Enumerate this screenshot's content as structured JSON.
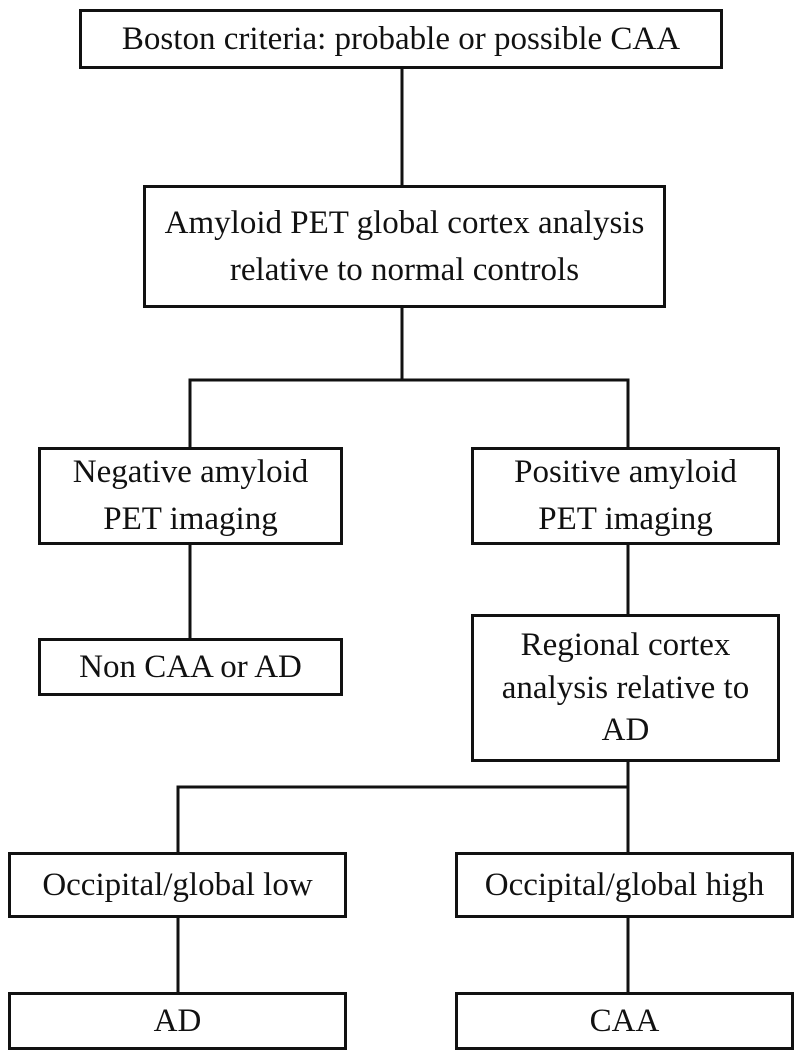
{
  "flowchart": {
    "nodes": {
      "boston": "Boston criteria: probable or possible CAA",
      "global_analysis": "Amyloid PET global cortex analysis\nrelative to normal controls",
      "negative": "Negative amyloid\nPET imaging",
      "positive": "Positive amyloid\nPET imaging",
      "non_caa": "Non CAA or AD",
      "regional_analysis": "Regional cortex\nanalysis relative to\nAD",
      "occipital_low": "Occipital/global low",
      "occipital_high": "Occipital/global high",
      "ad": "AD",
      "caa": "CAA"
    },
    "edges": [
      [
        "boston",
        "global_analysis"
      ],
      [
        "global_analysis",
        "negative"
      ],
      [
        "global_analysis",
        "positive"
      ],
      [
        "negative",
        "non_caa"
      ],
      [
        "positive",
        "regional_analysis"
      ],
      [
        "regional_analysis",
        "occipital_low"
      ],
      [
        "regional_analysis",
        "occipital_high"
      ],
      [
        "occipital_low",
        "ad"
      ],
      [
        "occipital_high",
        "caa"
      ]
    ]
  }
}
